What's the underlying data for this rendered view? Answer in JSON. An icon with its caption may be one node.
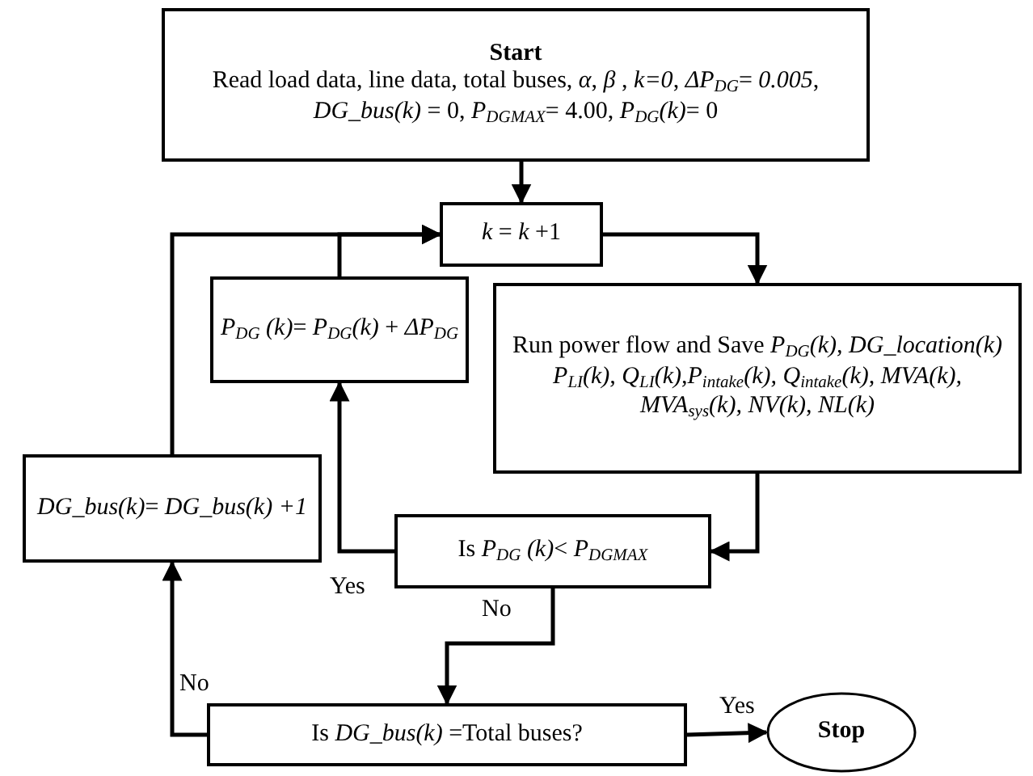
{
  "diagram": {
    "nodes": [
      {
        "text": [
          "Start",
          "Read load data, line data, total buses, *α*, *β* , *k=0*, *ΔP*$_{DG}$= *0.005*, *DG_bus(k)* = 0, *P*$_{DGMAX}$= 4.00, *P*$_{DG}$*(k)*= 0"
        ]
      },
      {
        "text": [
          "*k* = *k* +1"
        ]
      },
      {
        "text": [
          "*P*$_{DG}$ *(k)*= *P*$_{DG}$*(k)* + *ΔP*$_{DG}$"
        ]
      },
      {
        "text": [
          "Run power flow and Save *P*$_{DG}$*(k), DG_location(k) P*$_{LI}$*(k), Q*$_{LI}$*(k),P*$_{intake}$*(k), Q*$_{intake}$*(k), MVA(k), MVA*$_{sys}$*(k), NV(k), NL(k)*"
        ]
      },
      {
        "text": [
          "Is *P*$_{DG}$ *(k)*< *P*$_{DGMAX}$"
        ]
      },
      {
        "text": [
          "*DG_bus(k)*= *DG_bus(k) +1*"
        ]
      },
      {
        "text": [
          "Is *DG_bus(k)* =Total buses?"
        ]
      },
      {
        "text": [
          "Stop"
        ]
      }
    ],
    "edges": [
      {
        "from": 0,
        "to": 1,
        "arrow": "to"
      },
      {
        "from": 1,
        "to": 3,
        "arrow": "to"
      },
      {
        "from": 3,
        "to": 4,
        "arrow": "to"
      },
      {
        "from": 4,
        "to": 2,
        "arrow": "to",
        "label": "Yes"
      },
      {
        "from": 2,
        "to": 1,
        "arrow": "to"
      },
      {
        "from": 5,
        "to": 1,
        "arrow": "to"
      },
      {
        "from": 4,
        "to": 6,
        "arrow": "to",
        "label": "No"
      },
      {
        "from": 6,
        "to": 5,
        "arrow": "to",
        "label": "No"
      },
      {
        "from": 6,
        "to": 7,
        "arrow": "to",
        "label": "Yes"
      }
    ]
  }
}
